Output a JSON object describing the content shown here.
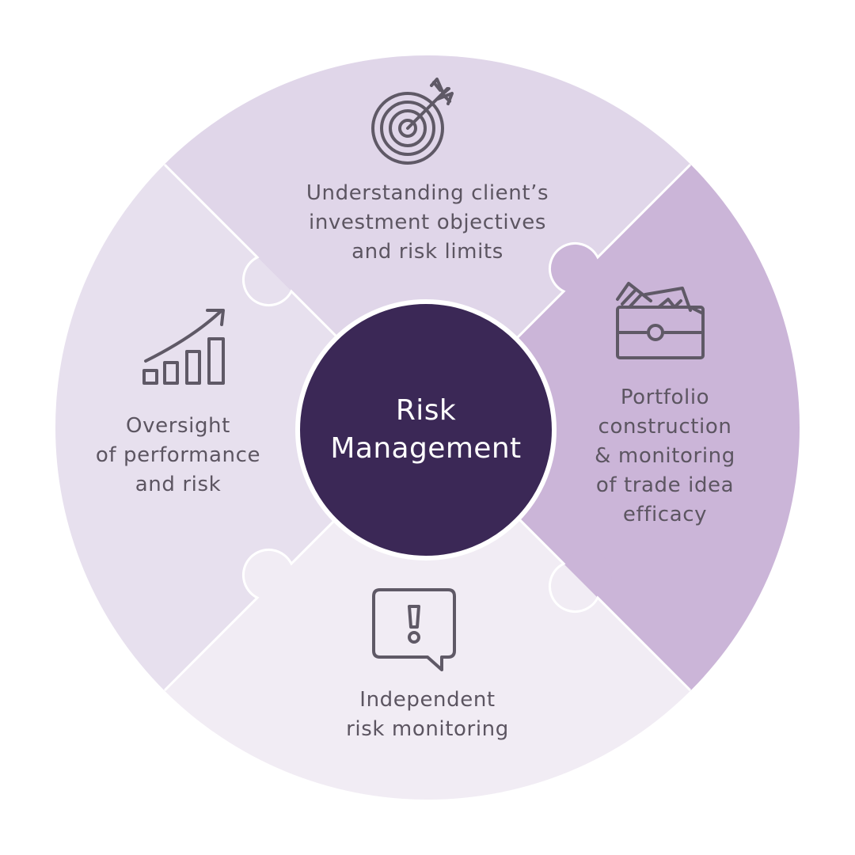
{
  "center": {
    "line1": "Risk",
    "line2": "Management"
  },
  "segments": {
    "top": {
      "icon": "target-arrow-icon",
      "lines": [
        "Understanding client’s",
        "investment objectives",
        "and risk limits"
      ],
      "color": "#e0d6e9"
    },
    "right": {
      "icon": "wallet-icon",
      "lines": [
        "Portfolio",
        "construction",
        "& monitoring",
        "of trade idea",
        "efficacy"
      ],
      "color": "#cbb5d8"
    },
    "bottom": {
      "icon": "alert-speech-bubble-icon",
      "lines": [
        "Independent",
        "risk monitoring"
      ],
      "color": "#f1ecf4"
    },
    "left": {
      "icon": "growth-chart-icon",
      "lines": [
        "Oversight",
        "of performance",
        "and risk"
      ],
      "color": "#e7e0ee"
    }
  },
  "colors": {
    "center_fill": "#3b2856",
    "text": "#5c5561",
    "icon_stroke": "#5f5966",
    "seam": "#ffffff"
  }
}
